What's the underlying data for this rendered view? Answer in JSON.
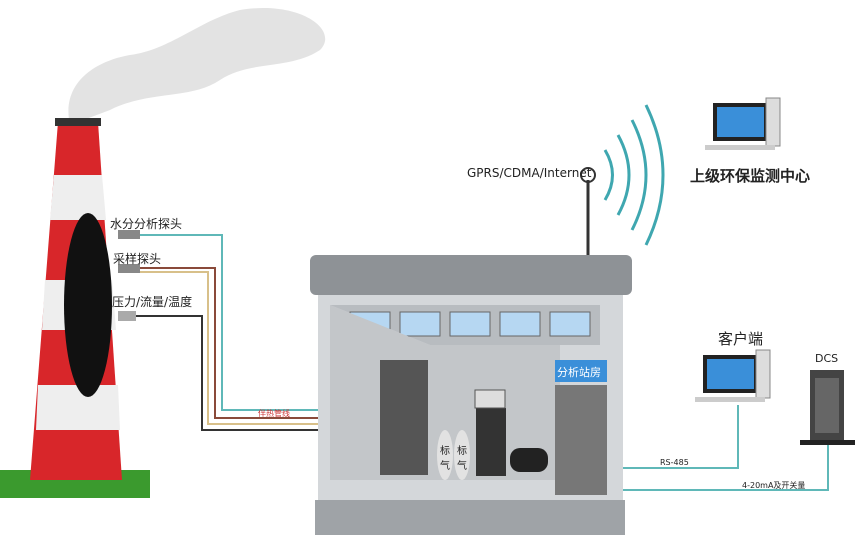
{
  "labels": {
    "network": "GPRS/CDMA/Internet",
    "center": "上级环保监测中心",
    "probe_water": "水分分析探头",
    "probe_sample": "采样探头",
    "probe_ptf": "压力/流量/温度",
    "heat_pipe": "伴热管线",
    "station": "分析站房",
    "client": "客户端",
    "dcs": "DCS",
    "rs485": "RS-485",
    "analog": "4-20mA及开关量",
    "gas1": "标气",
    "gas2": "标气"
  },
  "colors": {
    "chimney_red": "#d8262a",
    "line_teal": "#5fb8b8",
    "line_brown": "#8a4a3a",
    "line_tan": "#d8c08a",
    "station_gray": "#cfd3d6"
  }
}
